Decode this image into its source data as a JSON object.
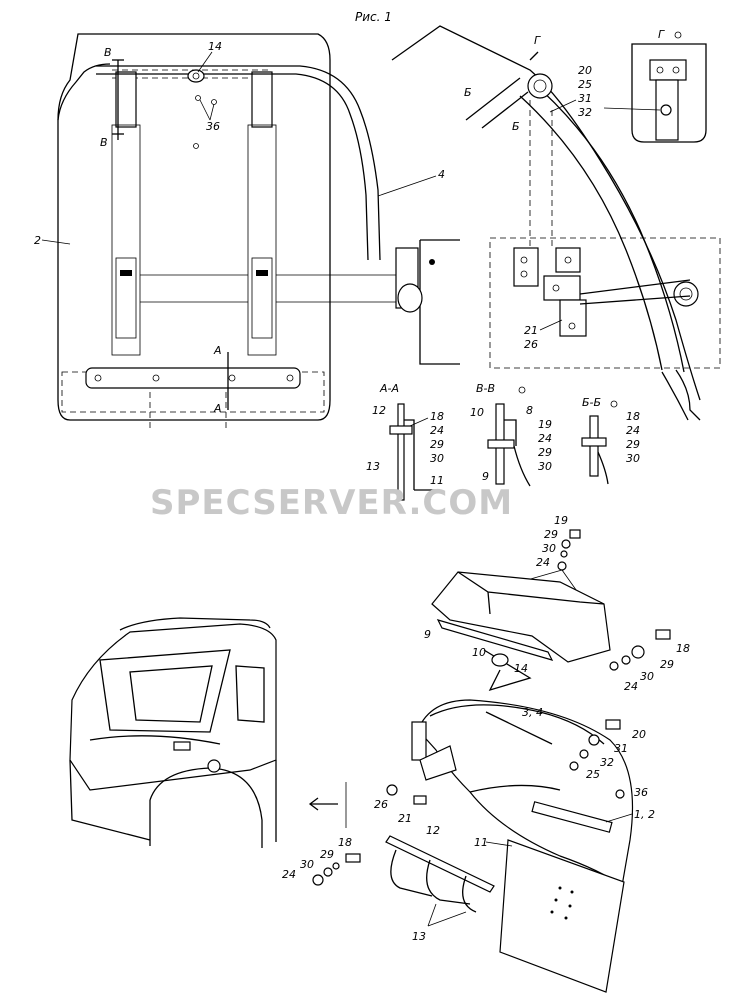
{
  "figure_title": "Рис. 1",
  "watermark": "SPECSERVER.COM",
  "section_labels": {
    "aa": "А-А",
    "vv": "В-В",
    "bb": "Б-Б",
    "g": "Г",
    "arrow_v_top": "В",
    "arrow_v_bottom": "В",
    "arrow_a_top": "А",
    "arrow_a_bottom": "А",
    "arrow_b1": "Б",
    "arrow_b2": "Б",
    "arrow_g": "Г"
  },
  "callouts": {
    "c14a": "14",
    "c36": "36",
    "c2": "2",
    "c4": "4",
    "c20a": "20",
    "c25a": "25",
    "c31a": "31",
    "c32a": "32",
    "c21a": "21",
    "c26a": "26",
    "c12a": "12",
    "c18a": "18",
    "c24a": "24",
    "c29a": "29",
    "c30a": "30",
    "c13a": "13",
    "c11a": "11",
    "c10a": "10",
    "c8": "8",
    "c19a": "19",
    "c24b": "24",
    "c29b": "29",
    "c30b": "30",
    "c9a": "9",
    "c18b": "18",
    "c24c": "24",
    "c29c": "29",
    "c30c": "30",
    "c19b": "19",
    "c29d": "29",
    "c30d": "30",
    "c24d": "24",
    "c9b": "9",
    "c10b": "10",
    "c14b": "14",
    "c18c": "18",
    "c29e": "29",
    "c24e": "24",
    "c30e": "30",
    "c34": "3, 4",
    "c20b": "20",
    "c31b": "31",
    "c32b": "32",
    "c25b": "25",
    "c36b": "36",
    "c12": "1, 2",
    "c26b": "26",
    "c21b": "21",
    "c12b": "12",
    "c11b": "11",
    "c18d": "18",
    "c29f": "29",
    "c30f": "30",
    "c24f": "24",
    "c13b": "13"
  }
}
